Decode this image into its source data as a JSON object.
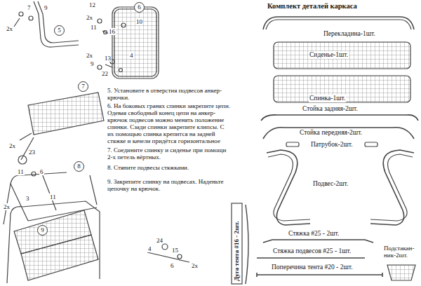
{
  "diagram": {
    "title": "Комплект деталей каркаса",
    "nodes": [
      {
        "text": [
          "5"
        ]
      },
      {
        "text": [
          "6"
        ]
      },
      {
        "text": [
          "7"
        ]
      },
      {
        "text": [
          "8"
        ]
      },
      {
        "text": [
          "9"
        ]
      }
    ],
    "labels": [
      "7",
      "9",
      "2x",
      "12",
      "2x",
      "11",
      "16",
      "10",
      "2x",
      "9",
      "13",
      "4",
      "22",
      "5. Установите в отверстия подвесов анкер-крючки.",
      "6. На боковых гранях спинки закрепите цепи. Одевая свободный конец цепи на анкер-крючок подвесов можно менять положение спинки. Сзади спинки закрепите клипсы. С их помощью спинка крепится на задней стяжке и качели придётся горизонтальное положение.",
      "7. Соедините спинку и сиденье при помощи 2-х петель вёртных.",
      "8. Стяните подвесы стяжками.",
      "9. Закрепите спинку на подвесах. Наденьте цепочку на крючок.",
      "2x",
      "23",
      "11",
      "6",
      "3",
      "11",
      "2x",
      "24",
      "4",
      "15",
      "6",
      "2x",
      "Перекладина-1шт.",
      "Сиденье-1шт.",
      "Спинка-1шт.",
      "Стойка задняя-2шт.",
      "Стойка передняя-2шт.",
      "Патрубок-2шт.",
      "Подвес-2шт.",
      "Стяжка #25 - 2шт.",
      "Стяжка подвесов #25 - 1шт.",
      "Поперечина тента #20 - 2шт.",
      "Дуга тента #16 - 2шт.",
      "Подстакан- ник-2шт."
    ]
  }
}
